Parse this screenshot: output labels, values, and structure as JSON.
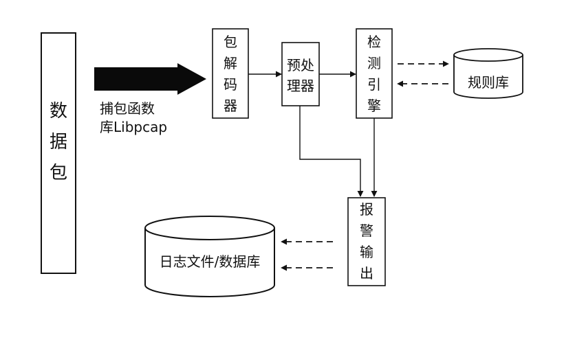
{
  "nodes": {
    "packet": {
      "label": [
        "数",
        "据",
        "包"
      ]
    },
    "capture_lib": {
      "line1": "捕包函数",
      "line2": "库Libpcap"
    },
    "decoder": {
      "label": [
        "包",
        "解",
        "码",
        "器"
      ]
    },
    "preprocessor": {
      "label": [
        "预处",
        "理器"
      ]
    },
    "detection_engine": {
      "label": [
        "检",
        "测",
        "引",
        "擎"
      ]
    },
    "rule_db": {
      "label": "规则库"
    },
    "alert_output": {
      "label": [
        "报",
        "警",
        "输",
        "出"
      ]
    },
    "log_db": {
      "label": "日志文件/数据库"
    }
  }
}
